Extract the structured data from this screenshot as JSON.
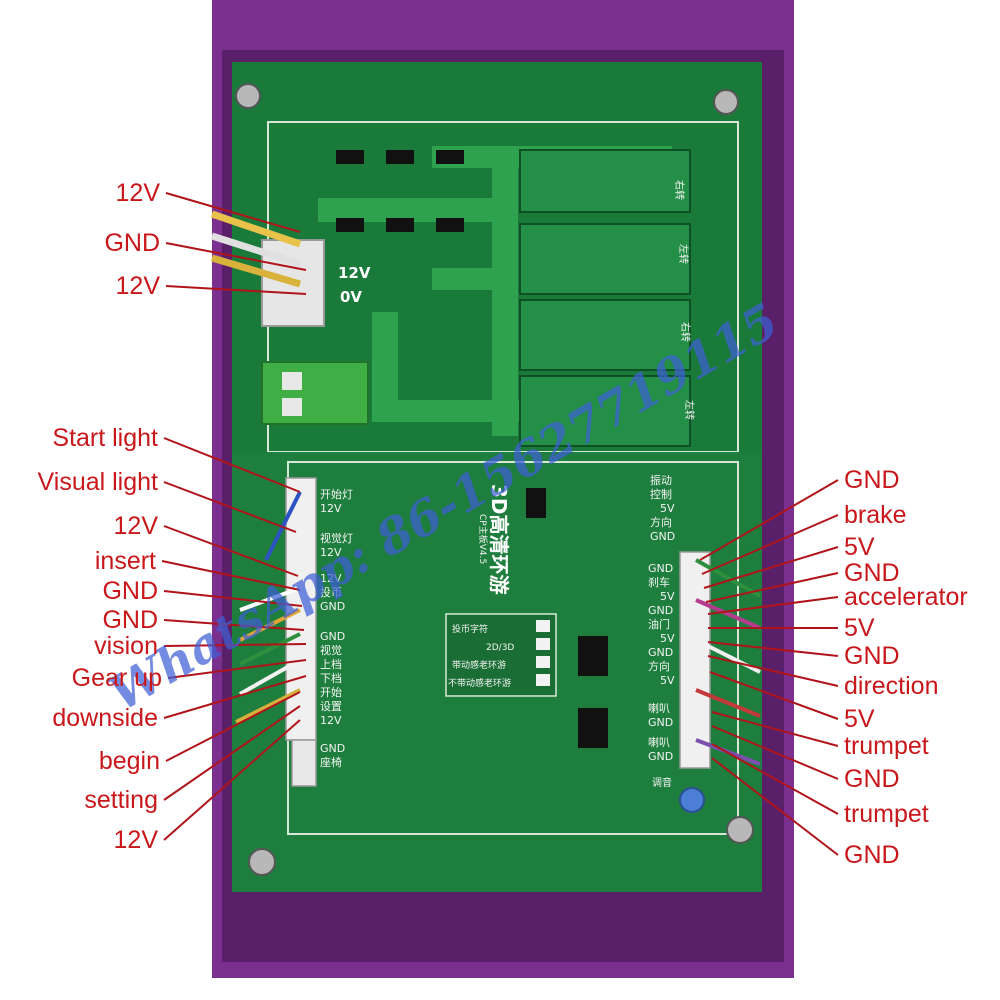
{
  "board": {
    "model": "3D高清环游",
    "version": "CP主板V4.5",
    "power_labels": [
      "12V",
      "0V"
    ],
    "left_silk": [
      "开始灯",
      "12V",
      "视觉灯",
      "12V",
      "12V",
      "投币",
      "GND",
      "GND",
      "视觉",
      "上档",
      "下档",
      "开始",
      "设置",
      "12V"
    ],
    "right_silk": [
      "GND",
      "刹车",
      "5V",
      "GND",
      "油门",
      "5V",
      "GND",
      "方向",
      "5V",
      "喇叭",
      "GND",
      "喇叭",
      "GND"
    ],
    "top_right_silk": [
      "振动",
      "控制",
      "5V",
      "方向",
      "GND"
    ],
    "relay_labels": [
      "右转",
      "左转",
      "右转",
      "左转"
    ],
    "dip_labels": [
      "投币字符",
      "2D/3D",
      "带动感老环游",
      "不带动感老环游"
    ],
    "misc_silk": [
      "GND",
      "座椅",
      "调音"
    ]
  },
  "labels": {
    "left": [
      "12V",
      "GND",
      "12V",
      "Start light",
      "Visual light",
      "12V",
      "insert",
      "GND",
      "GND",
      "vision",
      "Gear up",
      "downside",
      "begin",
      "setting",
      "12V"
    ],
    "right": [
      "GND",
      "brake",
      "5V",
      "GND",
      "accelerator",
      "5V",
      "GND",
      "direction",
      "5V",
      "trumpet",
      "GND",
      "trumpet",
      "GND"
    ]
  },
  "watermark": "WhatsApp: 86-15627719115",
  "colors": {
    "label_red": "#c8181b",
    "line_red": "#b0141a",
    "pcb_green": "#1a7a3a",
    "pcb_dark": "#0f4f25",
    "case_purple": "#7b2f8f",
    "watermark_blue": "#3d5fd6"
  }
}
